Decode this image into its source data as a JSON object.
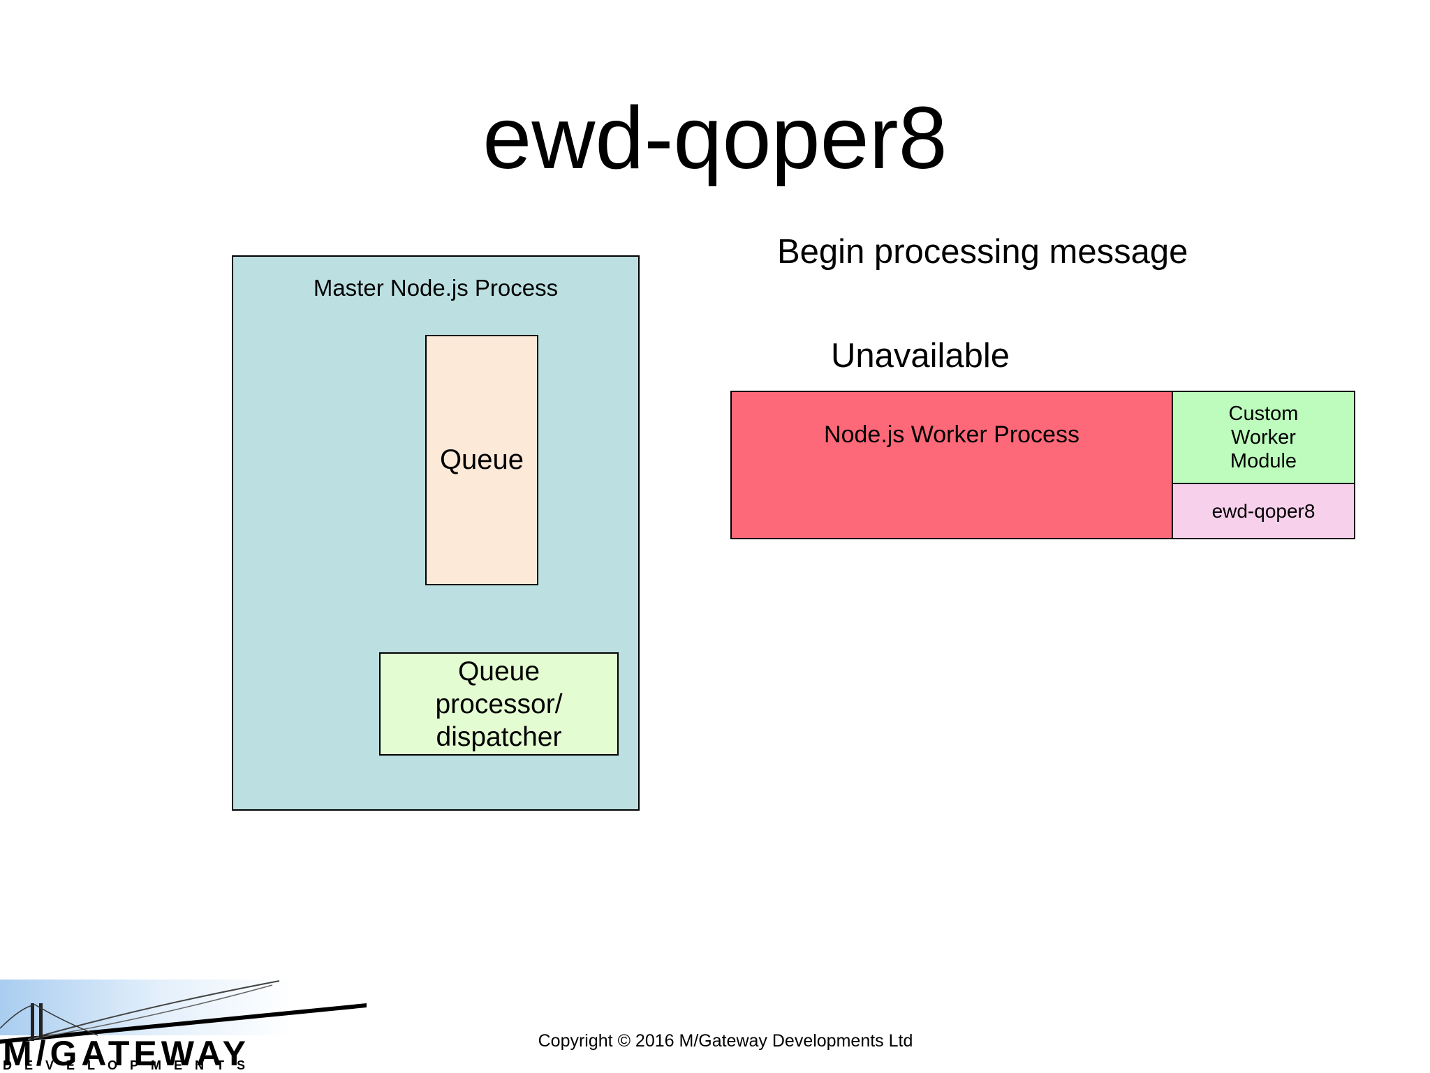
{
  "slide": {
    "title": "ewd-qoper8",
    "status_heading": "Begin processing message",
    "copyright": "Copyright © 2016 M/Gateway Developments Ltd"
  },
  "master": {
    "label": "Master Node.js Process",
    "queue_label": "Queue",
    "dispatcher_lines": [
      "Queue",
      "processor/",
      "dispatcher"
    ]
  },
  "worker": {
    "availability": "Unavailable",
    "label": "Node.js Worker Process",
    "custom_module_lines": [
      "Custom",
      "Worker",
      "Module"
    ],
    "module_label": "ewd-qoper8"
  },
  "logo": {
    "name": "M/GATEWAY",
    "subtitle": "DEVELOPMENTS"
  },
  "colors": {
    "master_bg": "#bce0e2",
    "queue_bg": "#fce9d8",
    "dispatcher_bg": "#e3fcd1",
    "worker_unavailable": "#fd6978",
    "custom_module_bg": "#bdfcbd",
    "qoper8_module_bg": "#f7d0ec"
  }
}
